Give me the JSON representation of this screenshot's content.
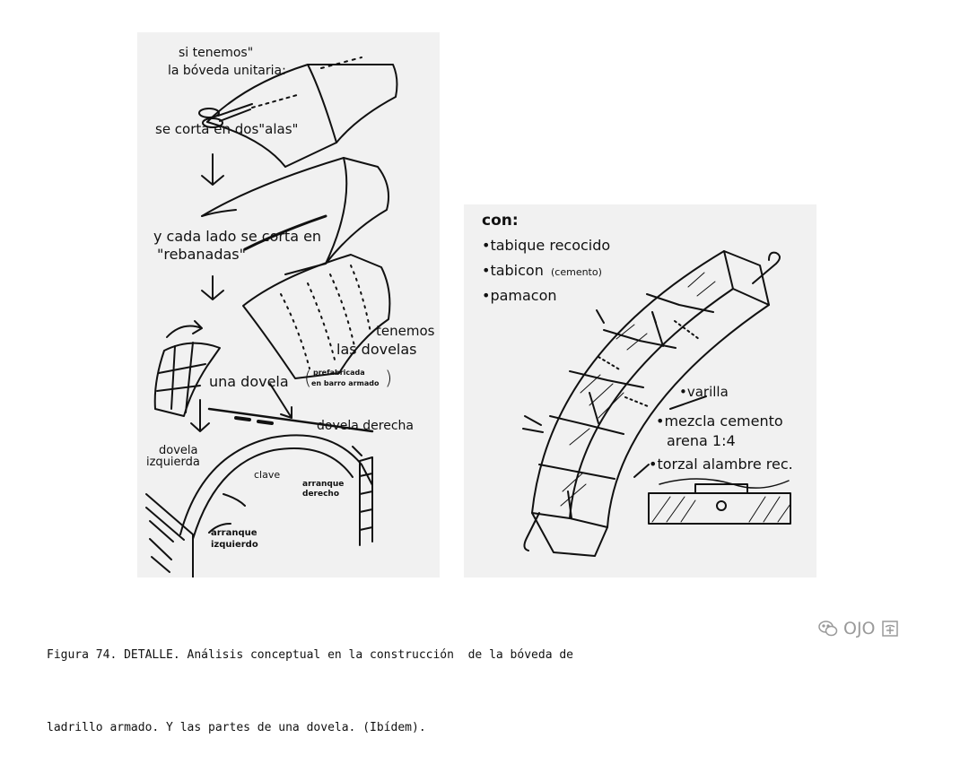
{
  "left_figure": {
    "labels": {
      "si_tenemos": "si tenemos\"",
      "boveda_unitaria": "la bóveda unitaria:",
      "se_corta": "se corta en dos\"alas\"",
      "cada_lado": "y cada lado se corta en",
      "rebanadas": "\"rebanadas\"",
      "tenemos": "tenemos",
      "las_dovelas": "las dovelas",
      "una_dovela": "una dovela",
      "prefabricada": "prefabricada",
      "en_barro_armado": "en barro armado",
      "dovela_derecha": "dovela derecha",
      "dovela": "dovela",
      "izquierda": "izquierda",
      "clave": "clave",
      "arranque_derecho_1": "arranque",
      "arranque_derecho_2": "derecho",
      "arranque_izquierdo_1": "arranque",
      "arranque_izquierdo_2": "izquierdo"
    }
  },
  "right_figure": {
    "labels": {
      "con": "con:",
      "tabique": "•tabique recocido",
      "tabicon": "•tabicon",
      "tabicon_note": "(cemento)",
      "pamacon": "•pamacon",
      "varilla": "•varilla",
      "mezcla": "•mezcla cemento",
      "arena": "arena 1:4",
      "torzal": "•torzal alambre rec."
    }
  },
  "caption": {
    "line1": "Figura 74. DETALLE. Análisis conceptual en la construcción  de la bóveda de",
    "line2": "ladrillo armado. Y las partes de una dovela. (Ibídem)."
  },
  "watermark": {
    "text": "OJO",
    "icon": "wechat-icon"
  }
}
